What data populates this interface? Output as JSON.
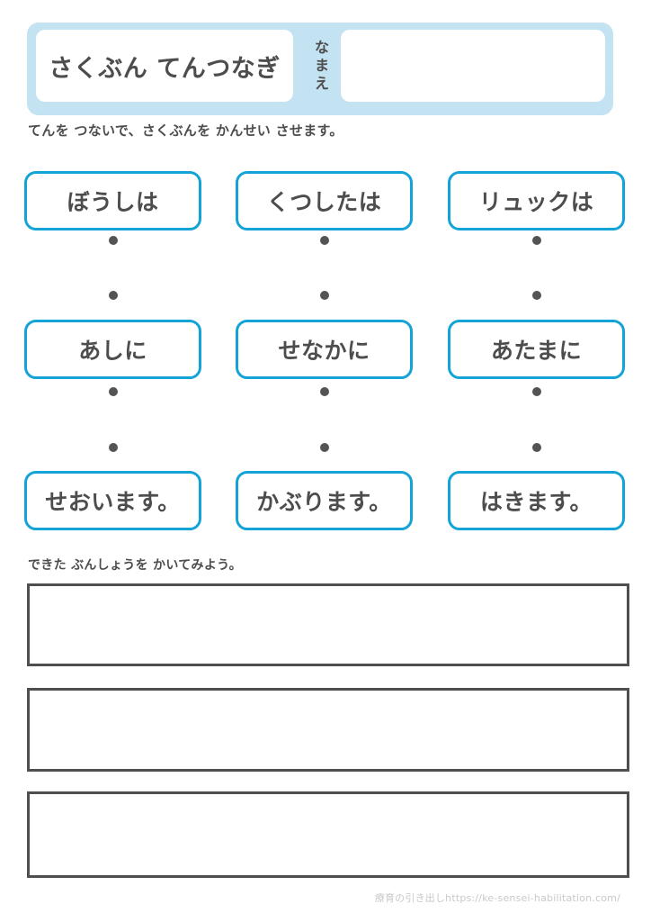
{
  "header": {
    "title": "さくぶん てんつなぎ",
    "name_label_chars": [
      "な",
      "ま",
      "え"
    ],
    "name_value": "",
    "bar_color": "#c3e2f2"
  },
  "instruction": "てんを つないで、さくぶんを かんせい させます。",
  "matching": {
    "box_border_color": "#14a3d6",
    "dot_color": "#545454",
    "rows": [
      {
        "row_name": "subjects",
        "cells": [
          {
            "label": "ぼうしは"
          },
          {
            "label": "くつしたは"
          },
          {
            "label": "リュックは"
          }
        ]
      },
      {
        "row_name": "places",
        "cells": [
          {
            "label": "あしに"
          },
          {
            "label": "せなかに"
          },
          {
            "label": "あたまに"
          }
        ]
      },
      {
        "row_name": "verbs",
        "cells": [
          {
            "label": "せおいます。"
          },
          {
            "label": "かぶります。"
          },
          {
            "label": "はきます。"
          }
        ]
      }
    ]
  },
  "write_section": {
    "prompt": "できた ぶんしょうを かいてみよう。",
    "border_color": "#4f4f4f",
    "lines": [
      "",
      "",
      ""
    ]
  },
  "footer": {
    "credit": "療育の引き出しhttps://ke-sensei-habilitation.com/"
  }
}
